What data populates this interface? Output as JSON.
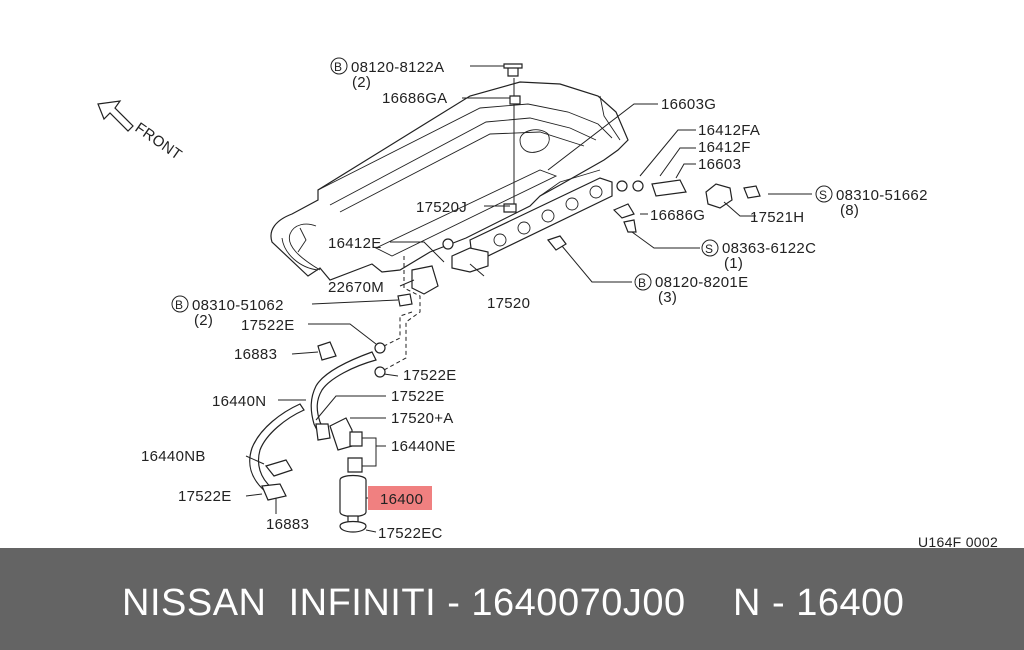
{
  "diagram": {
    "front_label": "FRONT",
    "code": "U164F 0002",
    "highlight_color": "#f08080",
    "labels": {
      "bolt_08120_8122A": "08120-8122A",
      "bolt_08120_8122A_qty": "(2)",
      "p16686GA": "16686GA",
      "p16603G": "16603G",
      "p16412FA": "16412FA",
      "p16412F": "16412F",
      "p16603": "16603",
      "screw_08310_51662": "08310-51662",
      "screw_08310_51662_qty": "(8)",
      "p16686G": "16686G",
      "p17521H": "17521H",
      "p17520J": "17520J",
      "screw_08363_6122C": "08363-6122C",
      "screw_08363_6122C_qty": "(1)",
      "p16412E": "16412E",
      "bolt_08120_8201E": "08120-8201E",
      "bolt_08120_8201E_qty": "(3)",
      "p22670M": "22670M",
      "p17520": "17520",
      "screw_08310_51062": "08310-51062",
      "screw_08310_51062_qty": "(2)",
      "p17522E_a": "17522E",
      "p16883_a": "16883",
      "p17522E_b": "17522E",
      "p16440N": "16440N",
      "p17522E_c": "17522E",
      "p17520A": "17520+A",
      "p16440NE": "16440NE",
      "p16440NB": "16440NB",
      "p16400": "16400",
      "p17522E_d": "17522E",
      "p16883_b": "16883",
      "p17522EC": "17522EC"
    },
    "badges": {
      "b": "B",
      "s": "S"
    }
  },
  "footer": {
    "brand_text": "NISSAN  INFINITI - 1640070J00",
    "part_text": "N - 16400"
  }
}
